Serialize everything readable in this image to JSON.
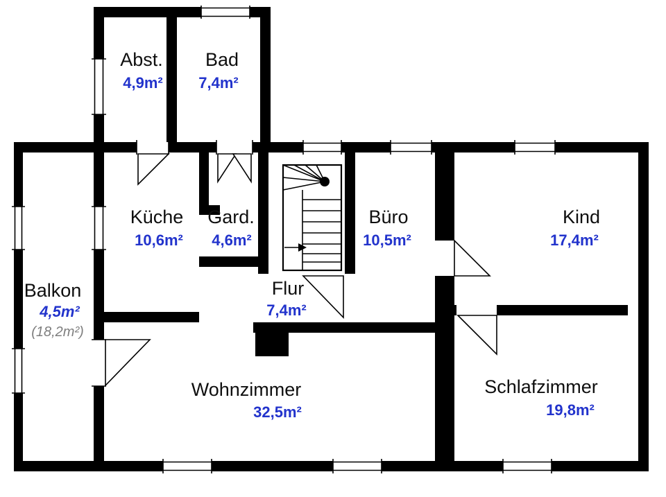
{
  "colors": {
    "wall": "#000000",
    "room_value": "#2233cc",
    "secondary_value": "#7e7e7e",
    "background": "#ffffff"
  },
  "rooms": [
    {
      "id": "abst",
      "name": "Abst.",
      "area": "4,9m²"
    },
    {
      "id": "bad",
      "name": "Bad",
      "area": "7,4m²"
    },
    {
      "id": "kueche",
      "name": "Küche",
      "area": "10,6m²"
    },
    {
      "id": "gard",
      "name": "Gard.",
      "area": "4,6m²"
    },
    {
      "id": "buero",
      "name": "Büro",
      "area": "10,5m²"
    },
    {
      "id": "kind",
      "name": "Kind",
      "area": "17,4m²"
    },
    {
      "id": "balkon",
      "name": "Balkon",
      "area": "4,5m²",
      "area_alt": "(18,2m²)"
    },
    {
      "id": "flur",
      "name": "Flur",
      "area": "7,4m²"
    },
    {
      "id": "wohnzimmer",
      "name": "Wohnzimmer",
      "area": "32,5m²"
    },
    {
      "id": "schlafzimmer",
      "name": "Schlafzimmer",
      "area": "19,8m²"
    }
  ]
}
